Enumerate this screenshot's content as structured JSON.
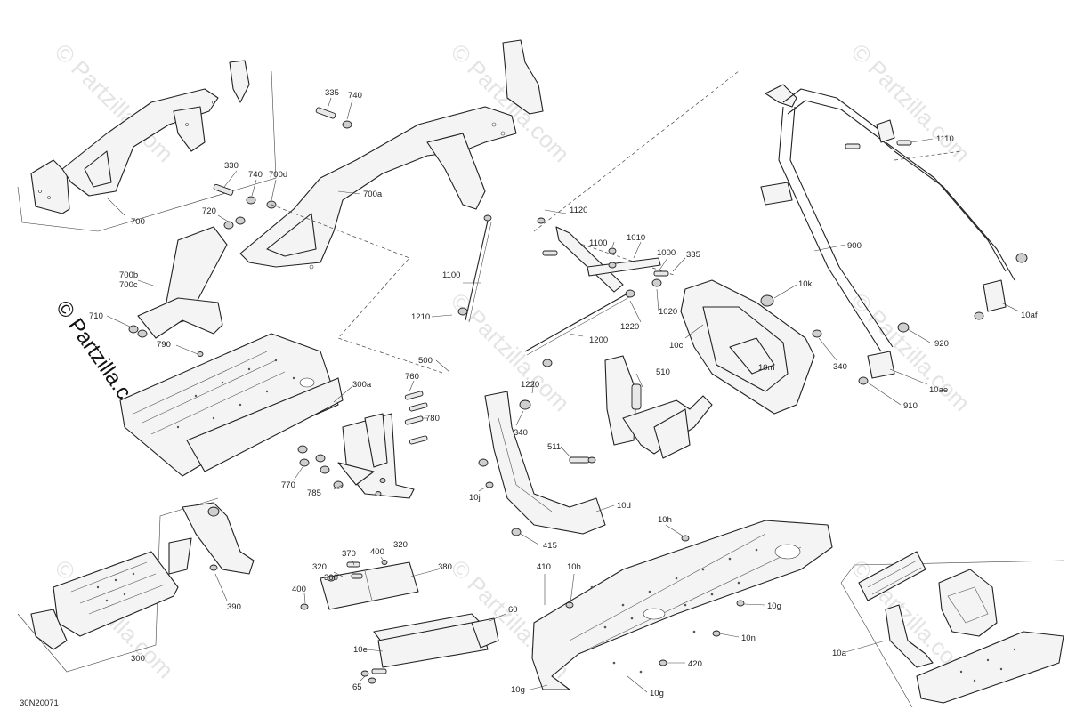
{
  "watermarks": {
    "small": "© Partzilla.com",
    "large": "© Partzilla.com"
  },
  "drawing_number": "30N20071",
  "callouts": {
    "c335a": "335",
    "c740a": "740",
    "c330": "330",
    "c740b": "740",
    "c700d": "700d",
    "c720": "720",
    "c700a": "700a",
    "c700": "700",
    "c700b": "700b",
    "c700c": "700c",
    "c710": "710",
    "c790": "790",
    "c1120": "1120",
    "c1100a": "1100",
    "c1010": "1010",
    "c1000": "1000",
    "c335b": "335",
    "c1100b": "1100",
    "c1210": "1210",
    "c1220a": "1220",
    "c1020": "1020",
    "c1200": "1200",
    "c10k": "10k",
    "c10c": "10c",
    "c10m": "10m",
    "c340a": "340",
    "c1110": "1110",
    "c900": "900",
    "c10af": "10af",
    "c920": "920",
    "c10ae": "10ae",
    "c910": "910",
    "c300a": "300a",
    "c760": "760",
    "c780": "780",
    "c770": "770",
    "c785": "785",
    "c500": "500",
    "c510": "510",
    "c1220b": "1220",
    "c340b": "340",
    "c511": "511",
    "c10j": "10j",
    "c10d": "10d",
    "c415": "415",
    "c10h_a": "10h",
    "c410": "410",
    "c10h_b": "10h",
    "c10g_a": "10g",
    "c10n": "10n",
    "c420": "420",
    "c10g_b": "10g",
    "c10g_c": "10g",
    "c10a": "10a",
    "c300": "300",
    "c390": "390",
    "c370": "370",
    "c400a": "400",
    "c320a": "320",
    "c320b": "320",
    "c360": "360",
    "c380": "380",
    "c400b": "400",
    "c60": "60",
    "c10e": "10e",
    "c65": "65"
  }
}
